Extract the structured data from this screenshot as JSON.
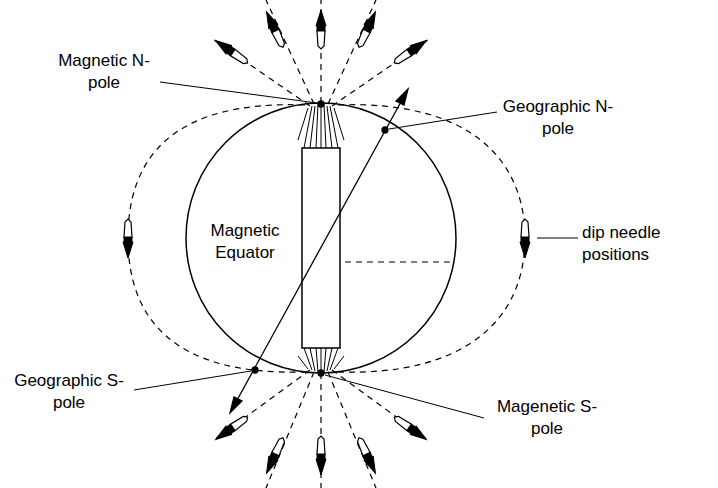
{
  "diagram": {
    "labels": [
      "Magnetic N-pole",
      "Geographic N-pole",
      "Magnetic Equator",
      "dip needle positions",
      "Geographic S-pole",
      "Magenetic S-pole"
    ]
  }
}
